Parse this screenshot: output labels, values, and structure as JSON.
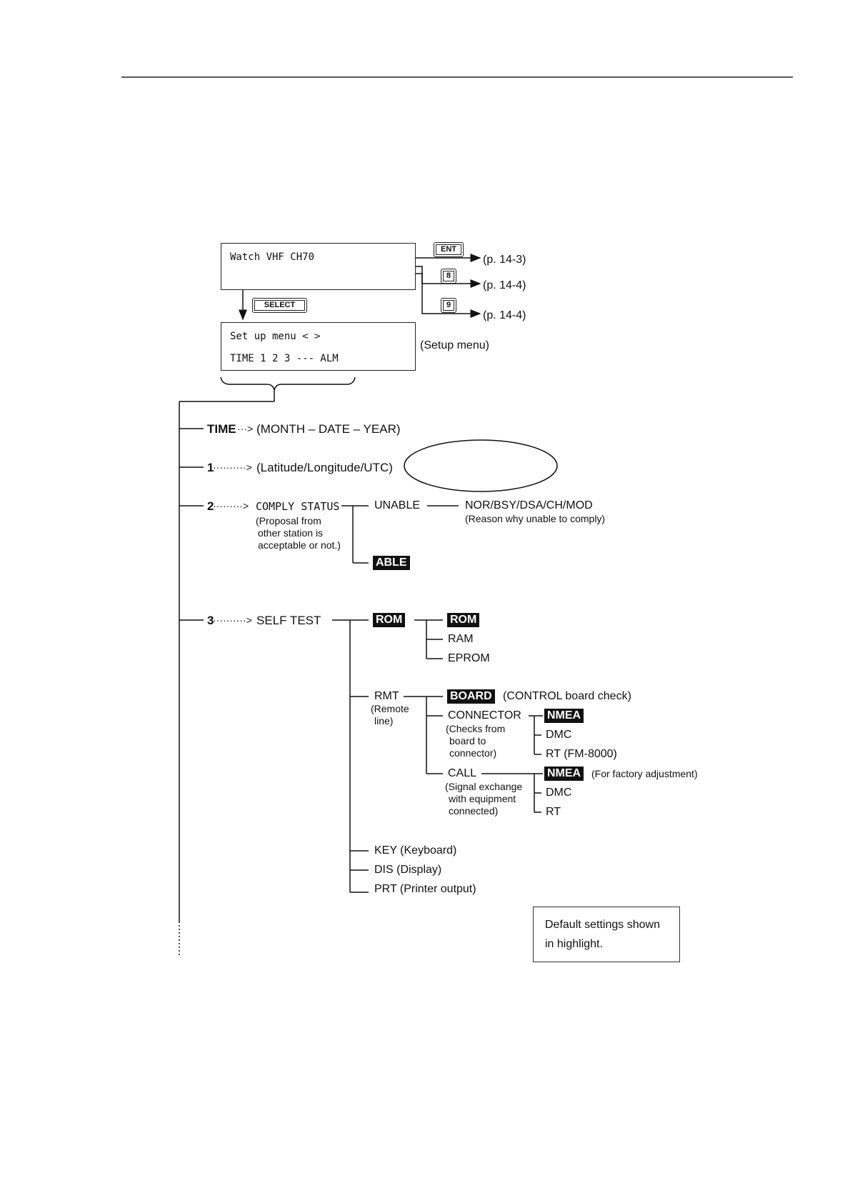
{
  "display1": {
    "line1": "Watch VHF CH70"
  },
  "display2": {
    "line1": "Set up menu <      >",
    "line2": "TIME 1 2 3 --- ALM",
    "caption": "(Setup menu)"
  },
  "keys": {
    "ent": "ENT",
    "k8": "8",
    "k9": "9",
    "select": "SELECT"
  },
  "refs": {
    "ent": "(p. 14-3)",
    "k8": "(p. 14-4)",
    "k9": "(p. 14-4)"
  },
  "time": {
    "label": "TIME",
    "arrow": "···>",
    "value": "(MONTH – DATE – YEAR)"
  },
  "item1": {
    "label": "1",
    "arrow": "··········>",
    "value": "(Latitude/Longitude/UTC)"
  },
  "item2": {
    "label": "2",
    "arrow": "·········>",
    "value": "COMPLY STATUS",
    "desc": [
      "(Proposal from",
      "other station is",
      "acceptable or not.)"
    ],
    "unable": "UNABLE",
    "reasons": "NOR/BSY/DSA/CH/MOD",
    "reasons_note": "(Reason why unable to comply)",
    "able": "ABLE"
  },
  "item3": {
    "label": "3",
    "arrow": "··········>",
    "value": "SELF TEST",
    "rom": {
      "label": "ROM",
      "children": [
        "ROM",
        "RAM",
        "EPROM"
      ]
    },
    "rmt": {
      "label": "RMT",
      "desc": [
        "(Remote",
        "line)"
      ],
      "board": "BOARD",
      "board_note": "(CONTROL board check)",
      "connector": {
        "label": "CONNECTOR",
        "desc": [
          "(Checks from",
          "board to",
          "connector)"
        ],
        "children": [
          "NMEA",
          "DMC",
          "RT (FM-8000)"
        ]
      },
      "call": {
        "label": "CALL",
        "desc": [
          "(Signal exchange",
          "with  equipment",
          "connected)"
        ],
        "children": [
          "NMEA",
          "DMC",
          "RT"
        ],
        "note": "(For factory adjustment)"
      }
    },
    "key": "KEY (Keyboard)",
    "dis": "DIS (Display)",
    "prt": "PRT (Printer output)"
  },
  "note_box": {
    "line1": "Default settings shown",
    "line2": "in highlight."
  }
}
